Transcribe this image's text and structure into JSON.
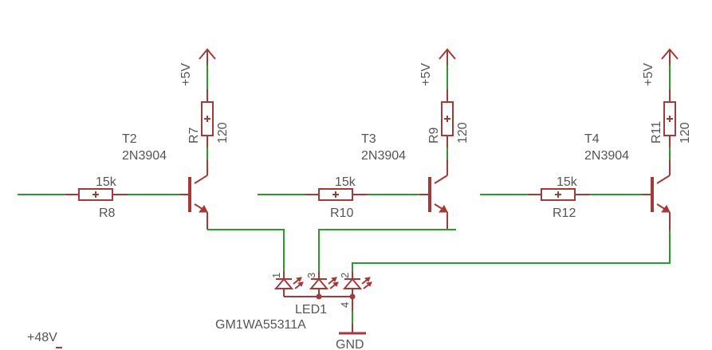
{
  "colors": {
    "wire": "#2d9a2d",
    "part": "#a33a3a",
    "text": "#555555"
  },
  "supply": {
    "p5v_1": "+5V",
    "p5v_2": "+5V",
    "p5v_3": "+5V",
    "p48v": "+48V",
    "gnd": "GND"
  },
  "transistors": [
    {
      "name": "T2",
      "type": "2N3904"
    },
    {
      "name": "T3",
      "type": "2N3904"
    },
    {
      "name": "T4",
      "type": "2N3904"
    }
  ],
  "collector_resistors": [
    {
      "name": "R7",
      "value": "120"
    },
    {
      "name": "R9",
      "value": "120"
    },
    {
      "name": "R11",
      "value": "120"
    }
  ],
  "base_resistors": [
    {
      "name": "R8",
      "value": "15k"
    },
    {
      "name": "R10",
      "value": "15k"
    },
    {
      "name": "R12",
      "value": "15k"
    }
  ],
  "led": {
    "name": "LED1",
    "part": "GM1WA55311A",
    "pins": [
      "1",
      "3",
      "2",
      "4"
    ]
  }
}
